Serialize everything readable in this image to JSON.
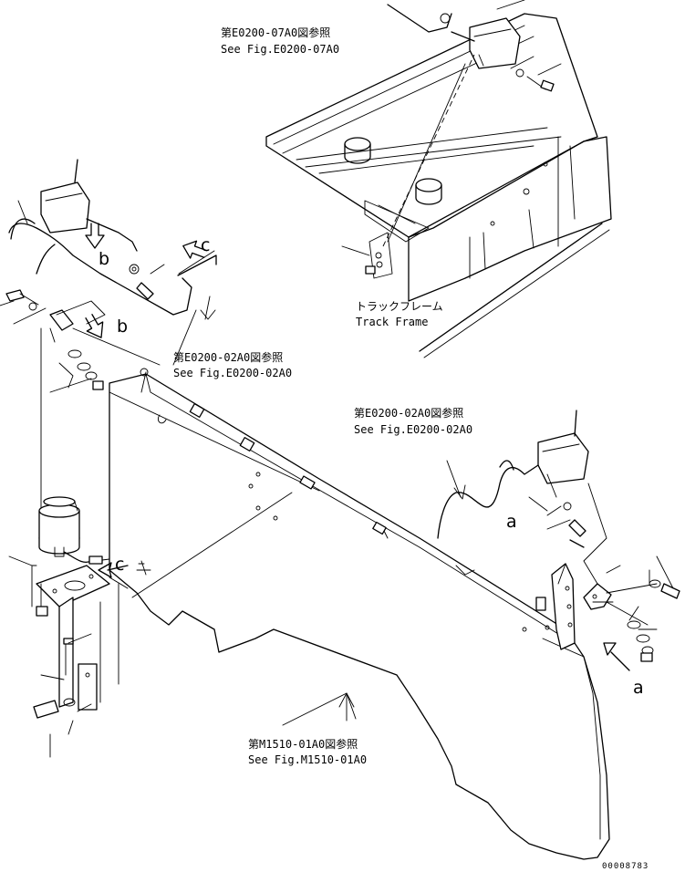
{
  "references": {
    "ref_e0200_07a0_jp": "第E0200-07A0図参照",
    "ref_e0200_07a0_en": "See Fig.E0200-07A0",
    "ref_e0200_02a0_left_jp": "第E0200-02A0図参照",
    "ref_e0200_02a0_left_en": "See Fig.E0200-02A0",
    "ref_e0200_02a0_right_jp": "第E0200-02A0図参照",
    "ref_e0200_02a0_right_en": "See Fig.E0200-02A0",
    "ref_m1510_01a0_jp": "第M1510-01A0図参照",
    "ref_m1510_01a0_en": "See Fig.M1510-01A0"
  },
  "track_frame": {
    "label_jp": "トラックフレーム",
    "label_en": "Track Frame"
  },
  "connection_letters": {
    "b_upper": "b",
    "b_lower": "b",
    "c_upper": "c",
    "c_lower": "c",
    "a_upper": "a",
    "a_lower": "a"
  },
  "drawing_id": "00008783"
}
